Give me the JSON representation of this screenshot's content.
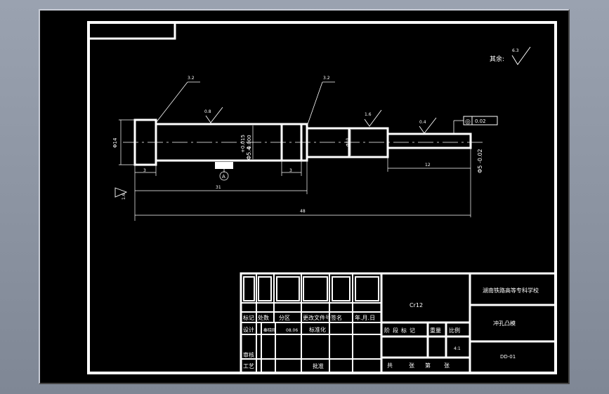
{
  "colors": {
    "background": "#000000",
    "line": "#ffffff",
    "frame": "#c8ccd6"
  },
  "roughness": {
    "general_label": "其余:",
    "general_value": "6.3"
  },
  "callouts": [
    {
      "id": "left",
      "value": "3.2"
    },
    {
      "id": "middle",
      "value": "3.2"
    }
  ],
  "surface_marks": [
    {
      "id": "s1",
      "value": "0.8"
    },
    {
      "id": "s2",
      "value": "1.6"
    },
    {
      "id": "s3",
      "value": "0.4"
    },
    {
      "id": "s4",
      "value": "1.6"
    }
  ],
  "geom_tolerance": {
    "symbol": "◎",
    "value": "0.02"
  },
  "dimensions": {
    "head_dia": "Φ14",
    "main_dia": "Φ5.4",
    "main_dia_upper": "+0.015",
    "main_dia_lower": "-0.000",
    "mid_dia": "Φ10",
    "tip_dia": "Φ5 -0.02",
    "len_head": "3",
    "len_mid": "3",
    "len_tip": "12",
    "len_main": "31",
    "len_total": "48",
    "datum": "A"
  },
  "title_block": {
    "school": "湖南铁路高等专科学校",
    "part_name": "冲孔凸模",
    "drawing_no": "DD-01",
    "material": "Cr12",
    "scale": "4:1",
    "headers": [
      "标记",
      "处数",
      "分区",
      "更改文件号",
      "签名",
      "年.月.日"
    ],
    "row_design": {
      "label": "设计",
      "c1": "秦晓刚",
      "c2": "08.06",
      "c3": "标准化"
    },
    "row_review": "审核",
    "row_process": "工艺",
    "approve": "批准",
    "stage_labels": [
      "阶",
      "段",
      "标",
      "记"
    ],
    "weight": "重量",
    "scale_label": "比例",
    "sheet_labels": [
      "共",
      "张",
      "第",
      "张"
    ]
  }
}
